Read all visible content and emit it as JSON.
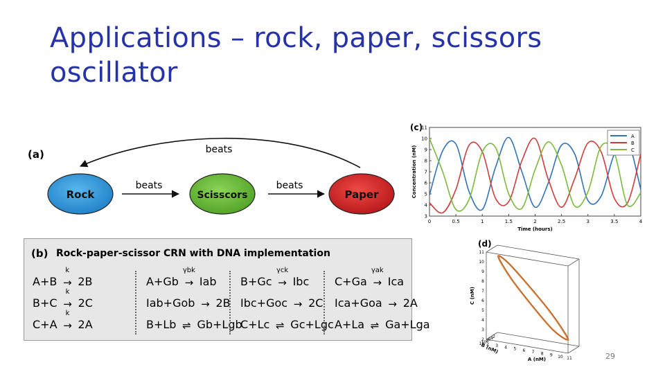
{
  "slide": {
    "title": "Applications – rock, paper, scissors oscillator",
    "page_number": "29"
  },
  "panel_a": {
    "label": "(a)",
    "nodes": [
      {
        "label": "Rock",
        "color": "#2a8fd6"
      },
      {
        "label": "Scisscors",
        "color": "#68bb32"
      },
      {
        "label": "Paper",
        "color": "#d0211f"
      }
    ],
    "edges": [
      {
        "from": "Rock",
        "to": "Scisscors",
        "label": "beats"
      },
      {
        "from": "Scisscors",
        "to": "Paper",
        "label": "beats"
      },
      {
        "from": "Paper",
        "to": "Rock",
        "label": "beats"
      }
    ]
  },
  "panel_b": {
    "label": "(b)",
    "heading": "Rock-paper-scissor CRN with DNA implementation",
    "columns": [
      [
        {
          "left": "A+B",
          "arrow": "→",
          "rate": "k",
          "right": "2B"
        },
        {
          "left": "B+C",
          "arrow": "→",
          "rate": "k",
          "right": "2C"
        },
        {
          "left": "C+A",
          "arrow": "→",
          "rate": "k",
          "right": "2A"
        }
      ],
      [
        {
          "left": "A+Gb",
          "arrow": "→",
          "rate": "γbk",
          "right": "Iab"
        },
        {
          "left": "Iab+Gob",
          "arrow": "→",
          "rate": "",
          "right": "2B"
        },
        {
          "left": "B+Lb",
          "arrow": "⇌",
          "rate": "",
          "right": "Gb+Lgb"
        }
      ],
      [
        {
          "left": "B+Gc",
          "arrow": "→",
          "rate": "γck",
          "right": "Ibc"
        },
        {
          "left": "Ibc+Goc",
          "arrow": "→",
          "rate": "",
          "right": "2C"
        },
        {
          "left": "C+Lc",
          "arrow": "⇌",
          "rate": "",
          "right": "Gc+Lgc"
        }
      ],
      [
        {
          "left": "C+Ga",
          "arrow": "→",
          "rate": "γak",
          "right": "Ica"
        },
        {
          "left": "Ica+Goa",
          "arrow": "→",
          "rate": "",
          "right": "2A"
        },
        {
          "left": "A+La",
          "arrow": "⇌",
          "rate": "",
          "right": "Ga+Lga"
        }
      ]
    ]
  },
  "chart_data": [
    {
      "panel": "(c)",
      "type": "line",
      "xlabel": "Time (hours)",
      "ylabel": "Concentration (nM)",
      "xlim": [
        0,
        4
      ],
      "ylim": [
        3,
        11
      ],
      "xticks": [
        "0",
        "0.5",
        "1",
        "1.5",
        "2",
        "2.5",
        "3",
        "3.5",
        "4"
      ],
      "yticks": [
        "3",
        "4",
        "5",
        "6",
        "7",
        "8",
        "9",
        "10",
        "11"
      ],
      "legend_position": "top-right",
      "series": [
        {
          "name": "A",
          "color": "#2f72b8",
          "x": [
            0,
            0.25,
            0.5,
            0.75,
            1,
            1.25,
            1.5,
            1.75,
            2,
            2.25,
            2.5,
            2.75,
            3,
            3.25,
            3.5,
            3.75,
            4
          ],
          "values": [
            4.9,
            8.9,
            9.5,
            5.2,
            3.6,
            7.4,
            10.1,
            7.0,
            3.8,
            6.0,
            9.4,
            8.6,
            4.4,
            4.8,
            8.6,
            9.8,
            5.4
          ]
        },
        {
          "name": "B",
          "color": "#cd3b3b",
          "x": [
            0,
            0.25,
            0.5,
            0.75,
            1,
            1.25,
            1.5,
            1.75,
            2,
            2.25,
            2.5,
            2.75,
            3,
            3.25,
            3.5,
            3.75,
            4
          ],
          "values": [
            4.2,
            3.3,
            5.4,
            9.4,
            8.8,
            4.6,
            4.3,
            8.0,
            10.0,
            6.3,
            3.8,
            6.4,
            9.6,
            8.8,
            4.6,
            4.2,
            8.6
          ]
        },
        {
          "name": "C",
          "color": "#7cba3a",
          "x": [
            0,
            0.25,
            0.5,
            0.75,
            1,
            1.25,
            1.5,
            1.75,
            2,
            2.25,
            2.5,
            2.75,
            3,
            3.25,
            3.5,
            3.75,
            4
          ],
          "values": [
            10.0,
            7.0,
            3.6,
            4.5,
            8.8,
            9.2,
            5.0,
            3.7,
            7.2,
            9.7,
            7.6,
            3.9,
            5.2,
            9.3,
            8.7,
            4.0,
            5.1
          ]
        }
      ]
    },
    {
      "panel": "(d)",
      "type": "line",
      "projection": "3d",
      "xlabel": "A (nM)",
      "ylabel": "B (nM)",
      "zlabel": "C (nM)",
      "xlim": [
        2,
        11
      ],
      "ylim": [
        2,
        12
      ],
      "zlim": [
        2,
        11
      ],
      "xticks": [
        "2",
        "3",
        "4",
        "5",
        "6",
        "7",
        "8",
        "9",
        "10",
        "11"
      ],
      "yticks": [
        "2",
        "4",
        "6",
        "8",
        "10",
        "12"
      ],
      "zticks": [
        "2",
        "3",
        "4",
        "5",
        "6",
        "7",
        "8",
        "9",
        "10",
        "11"
      ],
      "series": [
        {
          "color": "#d9803a",
          "A": [
            3.0,
            4.5,
            6.5,
            8.5,
            9.8,
            9.5,
            7.8,
            5.6,
            3.8,
            3.0
          ],
          "B": [
            9.5,
            10.0,
            8.2,
            5.6,
            3.4,
            2.8,
            3.6,
            5.8,
            8.0,
            9.5
          ],
          "C": [
            10.5,
            8.5,
            6.0,
            3.6,
            2.6,
            3.2,
            5.4,
            8.0,
            10.0,
            10.5
          ]
        }
      ]
    }
  ]
}
